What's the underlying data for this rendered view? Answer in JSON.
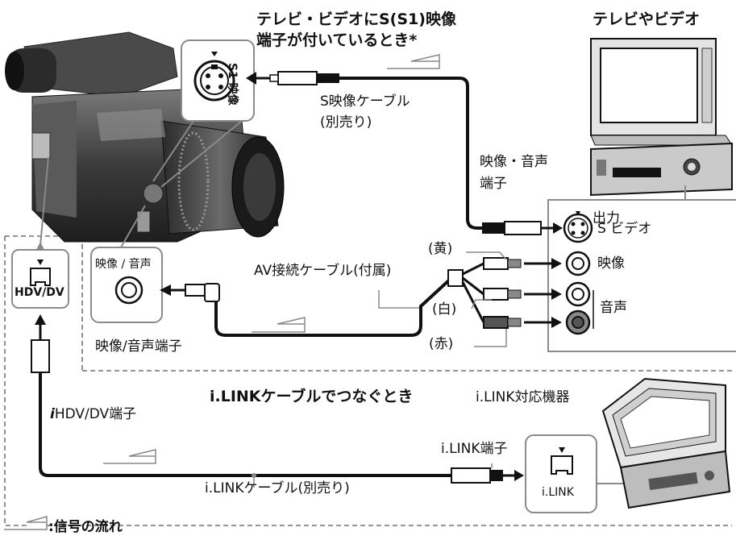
{
  "top_note": {
    "line1": "テレビ・ビデオにS(S1)映像",
    "line2": "端子が付いているとき*"
  },
  "tv_vcr_label": "テレビやビデオ",
  "s1_port_label": "S1 映像",
  "s_video_cable": {
    "line1": "S映像ケーブル",
    "line2": "(別売り)"
  },
  "av_terminal": {
    "line1": "映像・音声",
    "line2": "端子"
  },
  "output_label": "出力",
  "s_video_input": "S ビデオ",
  "video_input": "映像",
  "audio_input": "音声",
  "av_jack_label": "映像 / 音声",
  "av_cable_label": "AV接続ケーブル(付属)",
  "plug_colors": {
    "yellow": "(黄)",
    "white": "(白)",
    "red": "(赤)"
  },
  "av_port_terminal_label": "映像/音声端子",
  "hdv_port_label": "HDV/DV",
  "ilink_section_title": "i.LINKケーブルでつなぐとき",
  "ilink_device_label": "i.LINK対応機器",
  "hdv_terminal_label": "HDV/DV端子",
  "ilink_terminal_label": "i.LINK端子",
  "ilink_port_label": "i.LINK",
  "ilink_cable_label": "i.LINKケーブル(別売り)",
  "legend_label": ":信号の流れ",
  "colors": {
    "line": "#1a1a1a",
    "device_gray": "#d8d8d8",
    "device_dark": "#3a3a3a",
    "box_border": "#8a8a8a"
  }
}
